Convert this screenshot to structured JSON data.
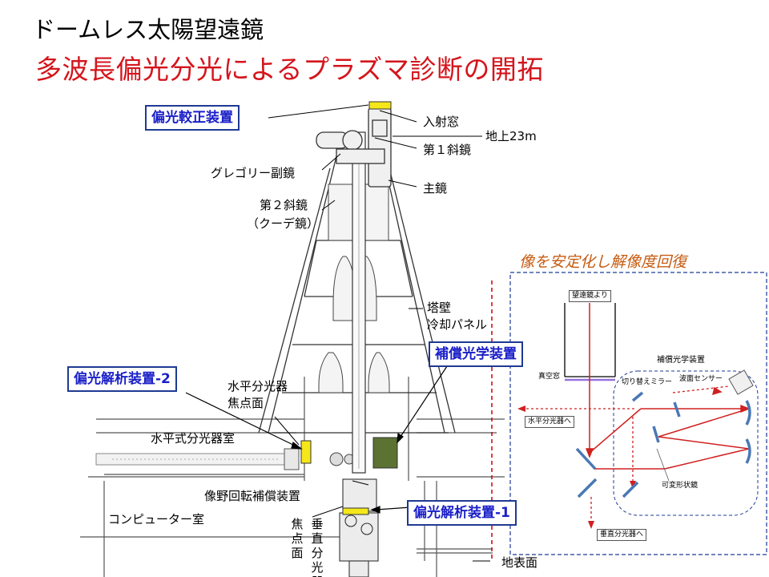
{
  "title": "ドームレス太陽望遠鏡",
  "subtitle": "多波長偏光分光によるプラズマ診断の開拓",
  "labels": {
    "entrance_window": "入射窓",
    "ground_height": "地上23m",
    "first_mirror": "第１斜鏡",
    "gregory": "グレゴリー副鏡",
    "primary": "主鏡",
    "second_mirror_1": "第２斜鏡",
    "second_mirror_2": "（クーデ鏡）",
    "tower_wall_1": "塔壁",
    "tower_wall_2": "冷却パネル",
    "hspec_focus_1": "水平分光器",
    "hspec_focus_2": "焦点面",
    "hspec_room": "水平式分光器室",
    "derotator": "像野回転補償装置",
    "computer_room": "コンピューター室",
    "focus_vertical": "焦点面",
    "vspec_vertical": "垂直分光器",
    "ground_surface": "地表面"
  },
  "boxes": {
    "polarization_calibration": "偏光較正装置",
    "polarization_analyzer_2": "偏光解析装置-2",
    "adaptive_optics": "補償光学装置",
    "polarization_analyzer_1": "偏光解析装置-1"
  },
  "inset": {
    "caption": "像を安定化し解像度回復",
    "from_telescope": "望遠鏡より",
    "vacuum_window": "真空窓",
    "ao_title": "補償光学装置",
    "tip_tilt_mirror": "切り替えミラー",
    "wavefront_sensor": "波面センサー",
    "to_hspec": "水平分光器へ",
    "deformable_mirror": "可変形状鏡",
    "to_vspec": "垂直分光器へ"
  },
  "colors": {
    "title_red": "#d4151c",
    "box_text_blue": "#1a1fc8",
    "box_border": "#1f3a93",
    "marker_yellow": "#f5e71a",
    "ao_green": "#5b7232",
    "caption_orange": "#c55a11",
    "beam_red": "#d02020",
    "mirror_blue": "#4a78b5"
  }
}
